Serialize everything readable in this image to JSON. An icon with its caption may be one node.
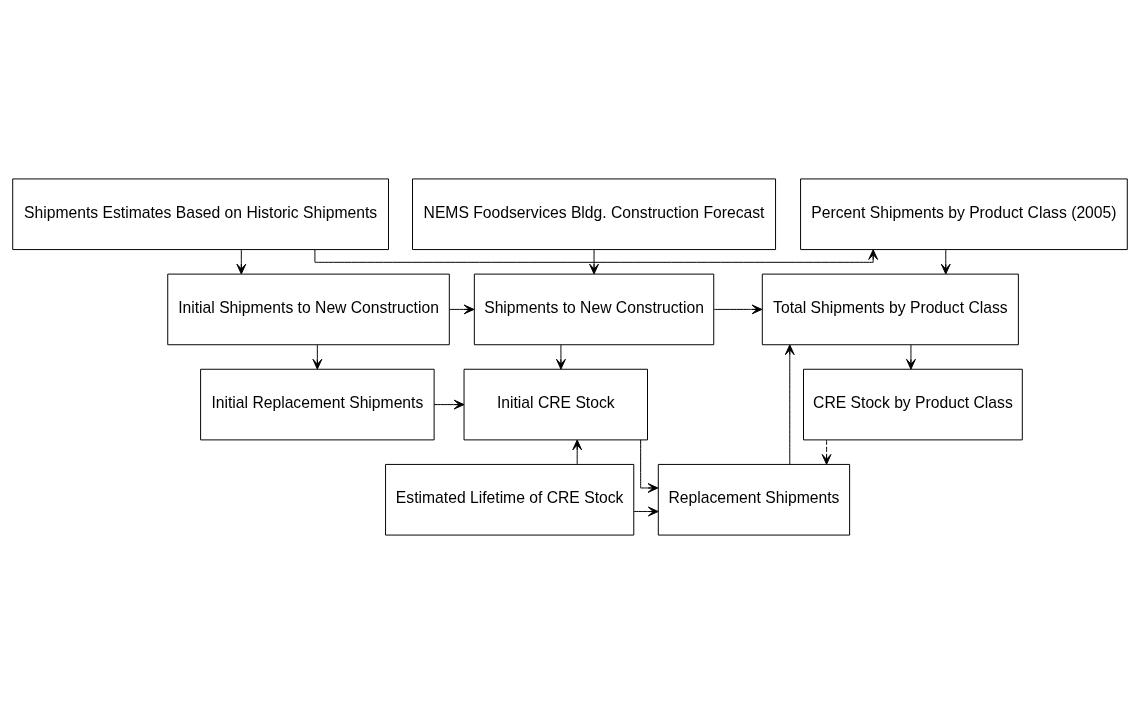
{
  "diagram": {
    "nodes": [
      {
        "text": [
          "Shipments Estimates Based on Historic Shipments"
        ]
      },
      {
        "text": [
          "NEMS Foodservices Bldg. Construction Forecast"
        ]
      },
      {
        "text": [
          "Percent Shipments by Product Class (2005)"
        ]
      },
      {
        "text": [
          "Initial Shipments to New Construction"
        ]
      },
      {
        "text": [
          "Shipments to New Construction"
        ]
      },
      {
        "text": [
          "Total Shipments by Product Class"
        ]
      },
      {
        "text": [
          "Initial Replacement Shipments"
        ]
      },
      {
        "text": [
          "Initial CRE Stock"
        ]
      },
      {
        "text": [
          "Replacement Shipments"
        ]
      },
      {
        "text": [
          "Estimated Lifetime of CRE Stock"
        ]
      },
      {
        "text": [
          "CRE Stock by Product Class"
        ]
      }
    ],
    "edges": [
      {
        "from": 0,
        "to": 2,
        "arrow": "to"
      },
      {
        "from": 0,
        "to": 3,
        "arrow": "to"
      },
      {
        "from": 1,
        "to": 4,
        "arrow": "to"
      },
      {
        "from": 2,
        "to": 5,
        "arrow": "to"
      },
      {
        "from": 3,
        "to": 4,
        "arrow": "to"
      },
      {
        "from": 4,
        "to": 5,
        "arrow": "to"
      },
      {
        "from": 3,
        "to": 6,
        "arrow": "to"
      },
      {
        "from": 4,
        "to": 7,
        "arrow": "to"
      },
      {
        "from": 6,
        "to": 7,
        "arrow": "to"
      },
      {
        "from": 9,
        "to": 7,
        "arrow": "to"
      },
      {
        "from": 7,
        "to": 8,
        "arrow": "to"
      },
      {
        "from": 9,
        "to": 8,
        "arrow": "to"
      },
      {
        "from": 8,
        "to": 5,
        "arrow": "to"
      },
      {
        "from": 5,
        "to": 10,
        "arrow": "to"
      },
      {
        "from": 10,
        "to": 8,
        "arrow": "to",
        "style": "dashed"
      }
    ]
  }
}
